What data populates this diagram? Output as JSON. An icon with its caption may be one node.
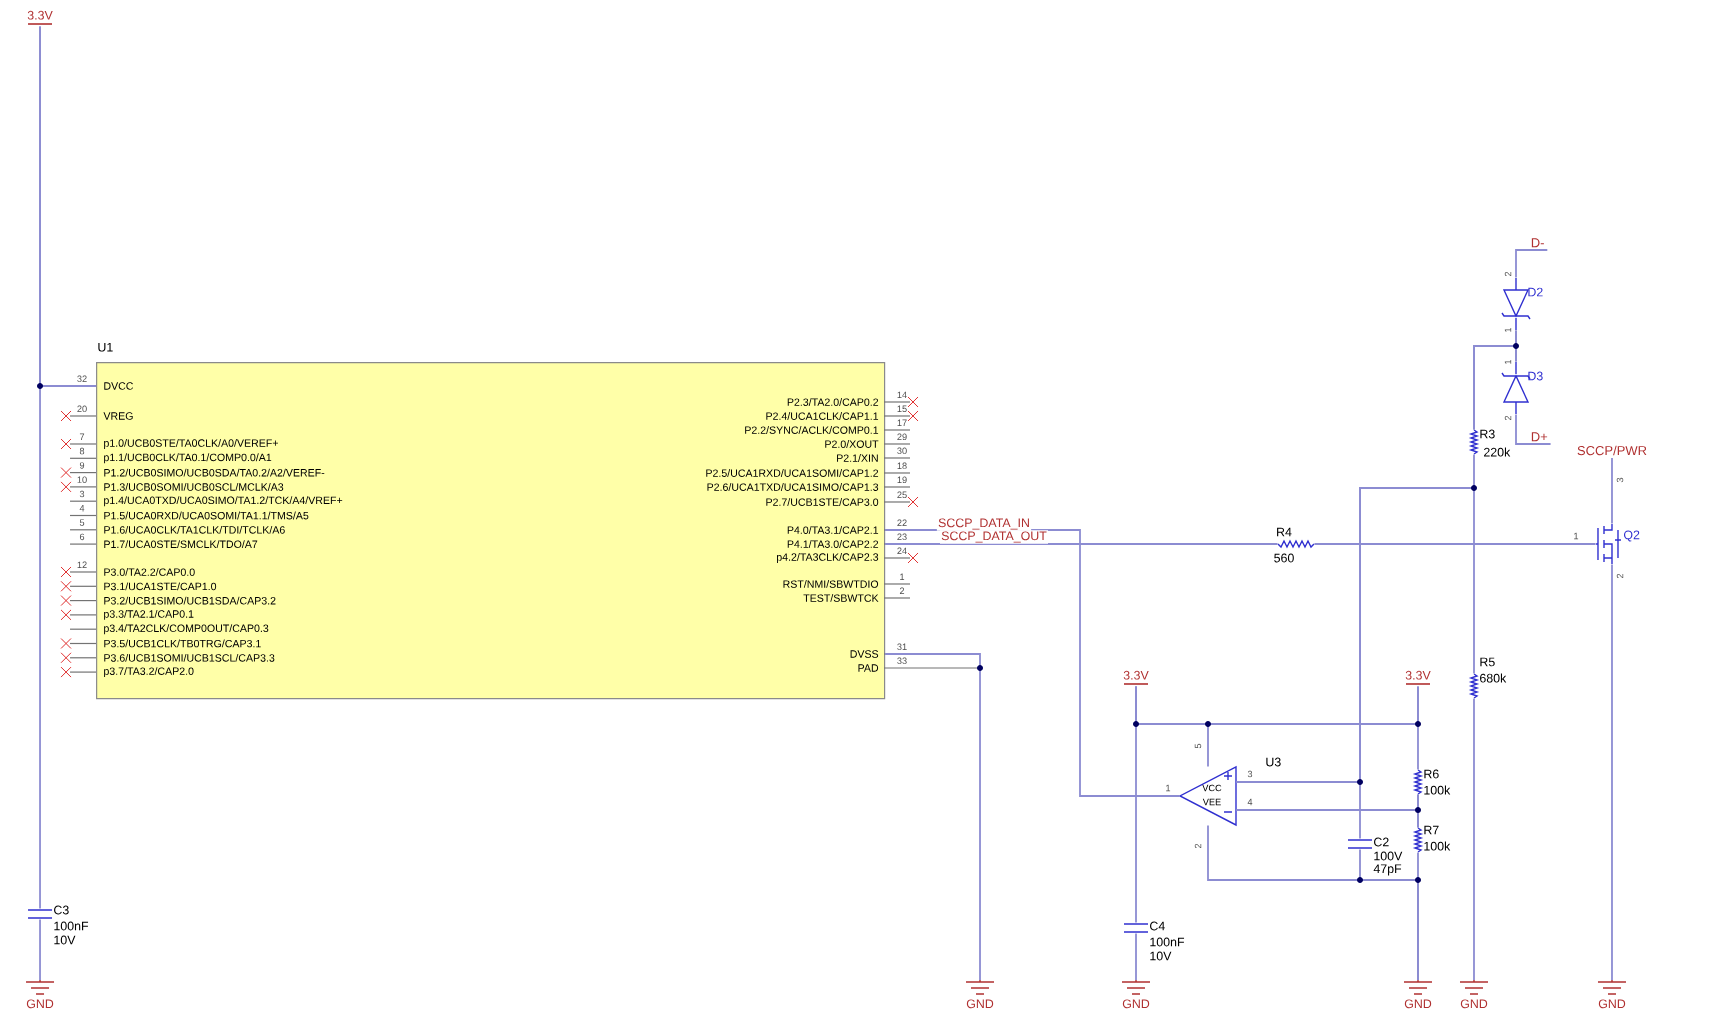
{
  "diagram": {
    "nodes": [
      {
        "text": [
          "U1",
          "DVCC",
          "VREG",
          "p1.0/UCB0STE/TA0CLK/A0/VEREF+",
          "p1.1/UCB0CLK/TA0.1/COMP0.0/A1",
          "P1.2/UCB0SIMO/UCB0SDA/TA0.2/A2/VEREF-",
          "P1.3/UCB0SOMI/UCB0SCL/MCLK/A3",
          "p1.4/UCA0TXD/UCA0SIMO/TA1.2/TCK/A4/VREF+",
          "P1.5/UCA0RXD/UCA0SOMI/TA1.1/TMS/A5",
          "P1.6/UCA0CLK/TA1CLK/TDI/TCLK/A6",
          "P1.7/UCA0STE/SMCLK/TDO/A7",
          "P3.0/TA2.2/CAP0.0",
          "P3.1/UCA1STE/CAP1.0",
          "P3.2/UCB1SIMO/UCB1SDA/CAP3.2",
          "p3.3/TA2.1/CAP0.1",
          "p3.4/TA2CLK/COMP0OUT/CAP0.3",
          "P3.5/UCB1CLK/TB0TRG/CAP3.1",
          "P3.6/UCB1SOMI/UCB1SCL/CAP3.3",
          "p3.7/TA3.2/CAP2.0",
          "P2.3/TA2.0/CAP0.2",
          "P2.4/UCA1CLK/CAP1.1",
          "P2.2/SYNC/ACLK/COMP0.1",
          "P2.0/XOUT",
          "P2.1/XIN",
          "P2.5/UCA1RXD/UCA1SOMI/CAP1.2",
          "P2.6/UCA1TXD/UCA1SIMO/CAP1.3",
          "P2.7/UCB1STE/CAP3.0",
          "P4.0/TA3.1/CAP2.1",
          "P4.1/TA3.0/CAP2.2",
          "p4.2/TA3CLK/CAP2.3",
          "RST/NMI/SBWTDIO",
          "TEST/SBWTCK",
          "DVSS",
          "PAD"
        ]
      },
      {
        "text": [
          "3.3V"
        ]
      },
      {
        "text": [
          "C3",
          "100nF",
          "10V"
        ]
      },
      {
        "text": [
          "GND"
        ]
      },
      {
        "text": [
          "GND"
        ]
      },
      {
        "text": [
          "3.3V"
        ]
      },
      {
        "text": [
          "C4",
          "100nF",
          "10V"
        ]
      },
      {
        "text": [
          "GND"
        ]
      },
      {
        "text": [
          "U3",
          "VCC",
          "VEE"
        ]
      },
      {
        "text": [
          "C2",
          "100V",
          "47pF"
        ]
      },
      {
        "text": [
          "3.3V"
        ]
      },
      {
        "text": [
          "R6",
          "100k"
        ]
      },
      {
        "text": [
          "R7",
          "100k"
        ]
      },
      {
        "text": [
          "GND"
        ]
      },
      {
        "text": [
          "R4",
          "560"
        ]
      },
      {
        "text": [
          "R3",
          "220k"
        ]
      },
      {
        "text": [
          "R5",
          "680k"
        ]
      },
      {
        "text": [
          "GND"
        ]
      },
      {
        "text": [
          "D2"
        ]
      },
      {
        "text": [
          "D3"
        ]
      },
      {
        "text": [
          "D-"
        ]
      },
      {
        "text": [
          "D+"
        ]
      },
      {
        "text": [
          "Q2"
        ]
      },
      {
        "text": [
          "SCCP/PWR"
        ]
      },
      {
        "text": [
          "GND"
        ]
      }
    ],
    "edges": [
      {
        "from": 1,
        "to": 0,
        "arrow": "none"
      },
      {
        "from": 1,
        "to": 2,
        "arrow": "none"
      },
      {
        "from": 2,
        "to": 3,
        "arrow": "none"
      },
      {
        "from": 0,
        "to": 4,
        "arrow": "none"
      },
      {
        "from": 0,
        "to": 8,
        "arrow": "none",
        "label": "SCCP_DATA_IN"
      },
      {
        "from": 0,
        "to": 14,
        "arrow": "none",
        "label": "SCCP_DATA_OUT"
      },
      {
        "from": 14,
        "to": 22,
        "arrow": "none"
      },
      {
        "from": 5,
        "to": 6,
        "arrow": "none"
      },
      {
        "from": 6,
        "to": 7,
        "arrow": "none"
      },
      {
        "from": 5,
        "to": 8,
        "arrow": "none"
      },
      {
        "from": 5,
        "to": 10,
        "arrow": "none"
      },
      {
        "from": 10,
        "to": 11,
        "arrow": "none"
      },
      {
        "from": 11,
        "to": 12,
        "arrow": "none"
      },
      {
        "from": 12,
        "to": 13,
        "arrow": "none"
      },
      {
        "from": 8,
        "to": 11,
        "arrow": "none"
      },
      {
        "from": 8,
        "to": 12,
        "arrow": "none"
      },
      {
        "from": 8,
        "to": 15,
        "arrow": "none"
      },
      {
        "from": 8,
        "to": 16,
        "arrow": "none"
      },
      {
        "from": 8,
        "to": 9,
        "arrow": "none"
      },
      {
        "from": 9,
        "to": 13,
        "arrow": "none"
      },
      {
        "from": 8,
        "to": 13,
        "arrow": "none"
      },
      {
        "from": 16,
        "to": 17,
        "arrow": "none"
      },
      {
        "from": 15,
        "to": 18,
        "arrow": "none"
      },
      {
        "from": 15,
        "to": 19,
        "arrow": "none"
      },
      {
        "from": 18,
        "to": 19,
        "arrow": "none"
      },
      {
        "from": 20,
        "to": 18,
        "arrow": "none"
      },
      {
        "from": 19,
        "to": 21,
        "arrow": "none"
      },
      {
        "from": 23,
        "to": 22,
        "arrow": "none"
      },
      {
        "from": 22,
        "to": 24,
        "arrow": "none"
      }
    ],
    "labels": [
      "32",
      "20",
      "7",
      "8",
      "9",
      "10",
      "3",
      "4",
      "5",
      "6",
      "12",
      "14",
      "15",
      "17",
      "29",
      "30",
      "18",
      "19",
      "25",
      "22",
      "23",
      "24",
      "1",
      "2",
      "31",
      "33",
      "5",
      "1",
      "3",
      "4",
      "2",
      "2",
      "1",
      "1",
      "2",
      "3",
      "1",
      "2"
    ]
  }
}
